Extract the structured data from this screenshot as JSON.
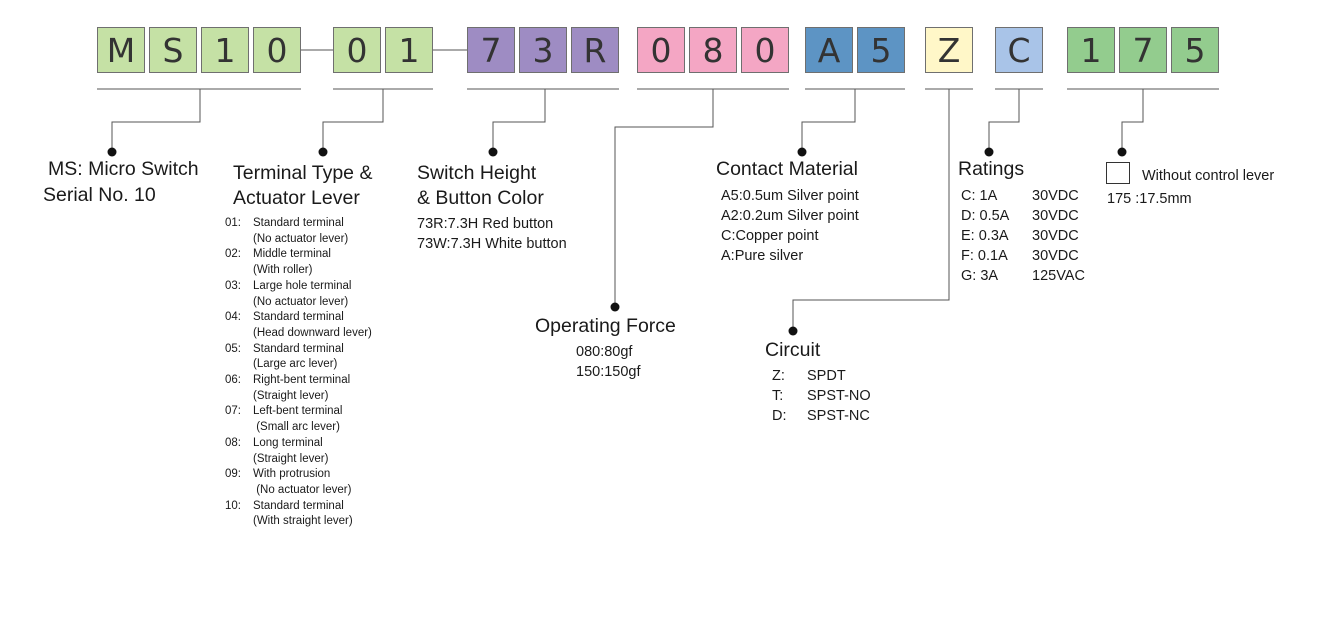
{
  "code_groups": [
    [
      "M",
      "S",
      "1",
      "0"
    ],
    [
      "0",
      "1"
    ],
    [
      "7",
      "3",
      "R"
    ],
    [
      "0",
      "8",
      "0"
    ],
    [
      "A",
      "5"
    ],
    [
      "Z"
    ],
    [
      "C"
    ],
    [
      "1",
      "7",
      "5"
    ]
  ],
  "colors": {
    "series_group": "#c5e1a5",
    "terminal_group": "#c5e1a5",
    "height_group": "#9e8cc3",
    "force_group": "#f4a6c4",
    "contact_group": "#5d94c4",
    "circuit_group": "#fff7c8",
    "ratings_group": "#a9c4e8",
    "lever_group": "#93cc8e"
  },
  "series": {
    "line1": "MS: Micro Switch",
    "line2": "Serial No. 10"
  },
  "terminal": {
    "title1": "Terminal Type &",
    "title2": "Actuator Lever",
    "items": [
      {
        "code": "01:",
        "line1": "Standard terminal",
        "line2": "(No actuator lever)"
      },
      {
        "code": "02:",
        "line1": "Middle terminal",
        "line2": "(With roller)"
      },
      {
        "code": "03:",
        "line1": "Large hole terminal",
        "line2": "(No actuator lever)"
      },
      {
        "code": "04:",
        "line1": "Standard terminal",
        "line2": "(Head downward lever)"
      },
      {
        "code": "05:",
        "line1": "Standard terminal",
        "line2": "(Large arc lever)"
      },
      {
        "code": "06:",
        "line1": "Right-bent terminal",
        "line2": "(Straight lever)"
      },
      {
        "code": "07:",
        "line1": "Left-bent terminal",
        "line2": " (Small arc lever)"
      },
      {
        "code": "08:",
        "line1": "Long terminal",
        "line2": "(Straight lever)"
      },
      {
        "code": "09:",
        "line1": "With protrusion",
        "line2": " (No actuator lever)"
      },
      {
        "code": "10:",
        "line1": "Standard terminal",
        "line2": "(With straight lever)"
      }
    ]
  },
  "height": {
    "title1": "Switch Height",
    "title2": "& Button Color",
    "items": [
      "73R:7.3H Red button",
      "73W:7.3H White button"
    ]
  },
  "force": {
    "title": "Operating Force",
    "items": [
      "080:80gf",
      "150:150gf"
    ]
  },
  "contact": {
    "title": "Contact Material",
    "items": [
      "A5:0.5um Silver point",
      "A2:0.2um Silver point",
      "C:Copper point",
      "A:Pure silver"
    ]
  },
  "circuit": {
    "title": "Circuit",
    "items": [
      {
        "code": "Z:",
        "value": "SPDT"
      },
      {
        "code": "T:",
        "value": "SPST-NO"
      },
      {
        "code": "D:",
        "value": "SPST-NC"
      }
    ]
  },
  "ratings": {
    "title": "Ratings",
    "items": [
      {
        "current": "C: 1A",
        "voltage": "30VDC"
      },
      {
        "current": "D: 0.5A",
        "voltage": "30VDC"
      },
      {
        "current": "E: 0.3A",
        "voltage": "30VDC"
      },
      {
        "current": "F: 0.1A",
        "voltage": "30VDC"
      },
      {
        "current": "G: 3A",
        "voltage": "125VAC"
      }
    ]
  },
  "lever": {
    "blank_label": "Without control lever",
    "item": "175 :17.5mm"
  }
}
